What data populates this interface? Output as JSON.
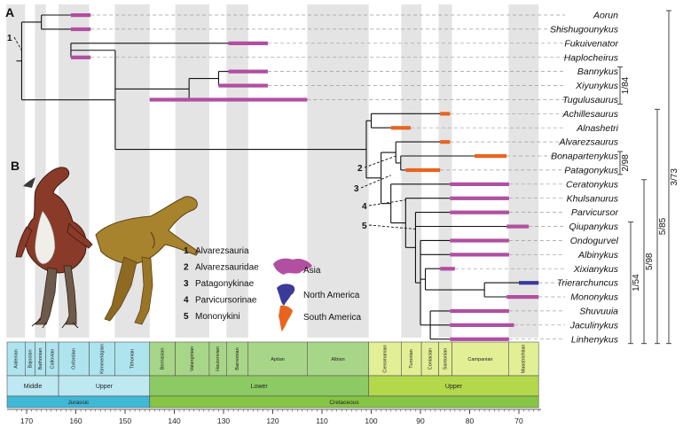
{
  "panel_labels": {
    "a": "A",
    "b": "B"
  },
  "taxa": [
    {
      "name": "Aorun",
      "range": [
        161,
        157
      ],
      "region": "asia"
    },
    {
      "name": "Shishugounykus",
      "range": [
        161,
        157
      ],
      "region": "asia"
    },
    {
      "name": "Fukuivenator",
      "range": [
        129,
        121
      ],
      "region": "asia"
    },
    {
      "name": "Haplocheirus",
      "range": [
        161,
        157
      ],
      "region": "asia"
    },
    {
      "name": "Bannykus",
      "range": [
        129,
        121
      ],
      "region": "asia"
    },
    {
      "name": "Xiyunykus",
      "range": [
        131,
        121
      ],
      "region": "asia"
    },
    {
      "name": "Tugulusaurus",
      "range": [
        145,
        113
      ],
      "region": "asia"
    },
    {
      "name": "Achillesaurus",
      "range": [
        86,
        84
      ],
      "region": "south_america"
    },
    {
      "name": "Alnashetri",
      "range": [
        96,
        92
      ],
      "region": "south_america"
    },
    {
      "name": "Alvarezsaurus",
      "range": [
        86,
        84
      ],
      "region": "south_america"
    },
    {
      "name": "Bonapartenykus",
      "range": [
        79,
        72.5
      ],
      "region": "south_america"
    },
    {
      "name": "Patagonykus",
      "range": [
        93,
        86
      ],
      "region": "south_america"
    },
    {
      "name": "Ceratonykus",
      "range": [
        84,
        72
      ],
      "region": "asia"
    },
    {
      "name": "Khulsanurus",
      "range": [
        84,
        72
      ],
      "region": "asia"
    },
    {
      "name": "Parvicursor",
      "range": [
        84,
        72
      ],
      "region": "asia"
    },
    {
      "name": "Qiupanykus",
      "range": [
        72.5,
        68
      ],
      "region": "asia"
    },
    {
      "name": "Ondogurvel",
      "range": [
        84,
        72
      ],
      "region": "asia"
    },
    {
      "name": "Albinykus",
      "range": [
        84,
        72
      ],
      "region": "asia"
    },
    {
      "name": "Xixianykus",
      "range": [
        86,
        83
      ],
      "region": "asia"
    },
    {
      "name": "Trierarchuncus",
      "range": [
        70,
        66
      ],
      "region": "north_america"
    },
    {
      "name": "Mononykus",
      "range": [
        72.5,
        66
      ],
      "region": "asia"
    },
    {
      "name": "Shuvuuia",
      "range": [
        84,
        72
      ],
      "region": "asia"
    },
    {
      "name": "Jaculinykus",
      "range": [
        84,
        71
      ],
      "region": "asia"
    },
    {
      "name": "Linhenykus",
      "range": [
        84,
        72
      ],
      "region": "asia"
    }
  ],
  "node_labels": [
    "1",
    "2",
    "3",
    "4",
    "5"
  ],
  "clade_legend": [
    {
      "num": "1",
      "name": "Alvarezsauria"
    },
    {
      "num": "2",
      "name": "Alvarezsauridae"
    },
    {
      "num": "3",
      "name": "Patagonykinae"
    },
    {
      "num": "4",
      "name": "Parvicursorinae"
    },
    {
      "num": "5",
      "name": "Mononykini"
    }
  ],
  "region_legend": [
    {
      "key": "asia",
      "name": "Asia"
    },
    {
      "key": "north_america",
      "name": "North America"
    },
    {
      "key": "south_america",
      "name": "South America"
    }
  ],
  "support_values": [
    {
      "label": "1/84",
      "from": "Bannykus",
      "to": "Tugulusaurus"
    },
    {
      "label": "2/98",
      "from": "Bonapartenykus",
      "to": "Patagonykus"
    },
    {
      "label": "1/54",
      "from": "Qiupanykus",
      "to": "Linhenykus"
    },
    {
      "label": "5/98",
      "from": "Ceratonykus",
      "to": "Linhenykus"
    },
    {
      "label": "5/85",
      "from": "Achillesaurus",
      "to": "Linhenykus"
    },
    {
      "label": "3/73",
      "from": "Aorun",
      "to": "Linhenykus"
    }
  ],
  "timescale": {
    "stages": [
      {
        "name": "Aalenian",
        "start": 174.1,
        "end": 170.3
      },
      {
        "name": "Bajocian",
        "start": 170.3,
        "end": 168.3
      },
      {
        "name": "Bathonian",
        "start": 168.3,
        "end": 166.1
      },
      {
        "name": "Callovian",
        "start": 166.1,
        "end": 163.5
      },
      {
        "name": "Oxfordian",
        "start": 163.5,
        "end": 157.3
      },
      {
        "name": "Kimmeridgian",
        "start": 157.3,
        "end": 152.1
      },
      {
        "name": "Tithonian",
        "start": 152.1,
        "end": 145.0
      },
      {
        "name": "Berriasian",
        "start": 145.0,
        "end": 139.8
      },
      {
        "name": "Valanginian",
        "start": 139.8,
        "end": 132.9
      },
      {
        "name": "Hauterivian",
        "start": 132.9,
        "end": 129.4
      },
      {
        "name": "Barremian",
        "start": 129.4,
        "end": 125.0
      },
      {
        "name": "Aptian",
        "start": 125.0,
        "end": 113.0
      },
      {
        "name": "Albian",
        "start": 113.0,
        "end": 100.5
      },
      {
        "name": "Cenomanian",
        "start": 100.5,
        "end": 93.9
      },
      {
        "name": "Turonian",
        "start": 93.9,
        "end": 89.8
      },
      {
        "name": "Coniacian",
        "start": 89.8,
        "end": 86.3
      },
      {
        "name": "Santonian",
        "start": 86.3,
        "end": 83.6
      },
      {
        "name": "Campanian",
        "start": 83.6,
        "end": 72.1
      },
      {
        "name": "Maastrichtian",
        "start": 72.1,
        "end": 66.0
      }
    ],
    "epochs": [
      {
        "name": "Middle",
        "start": 174.1,
        "end": 163.5
      },
      {
        "name": "Upper",
        "start": 163.5,
        "end": 145.0
      },
      {
        "name": "Lower",
        "start": 145.0,
        "end": 100.5
      },
      {
        "name": "Upper",
        "start": 100.5,
        "end": 66.0
      }
    ],
    "periods": [
      {
        "name": "Jurassic",
        "start": 174.1,
        "end": 145.0
      },
      {
        "name": "Cretaceous",
        "start": 145.0,
        "end": 66.0
      }
    ],
    "ticks": [
      170,
      160,
      150,
      140,
      130,
      120,
      110,
      100,
      90,
      80,
      70
    ]
  },
  "colors": {
    "asia": "#b14fa1",
    "south_america": "#e8641f",
    "north_america": "#3a3a9a",
    "jurassic_stage": "#aee4ee",
    "jurassic_epoch": "#bfe9f2",
    "jurassic_period": "#3fb9d6",
    "lower_cret_stage": "#a8d688",
    "lower_cret_epoch": "#8ccb63",
    "upper_cret_stage": "#e2ef95",
    "upper_cret_epoch": "#b3d84c",
    "cretaceous_period": "#86c443",
    "shade": "#e4e4e4"
  }
}
